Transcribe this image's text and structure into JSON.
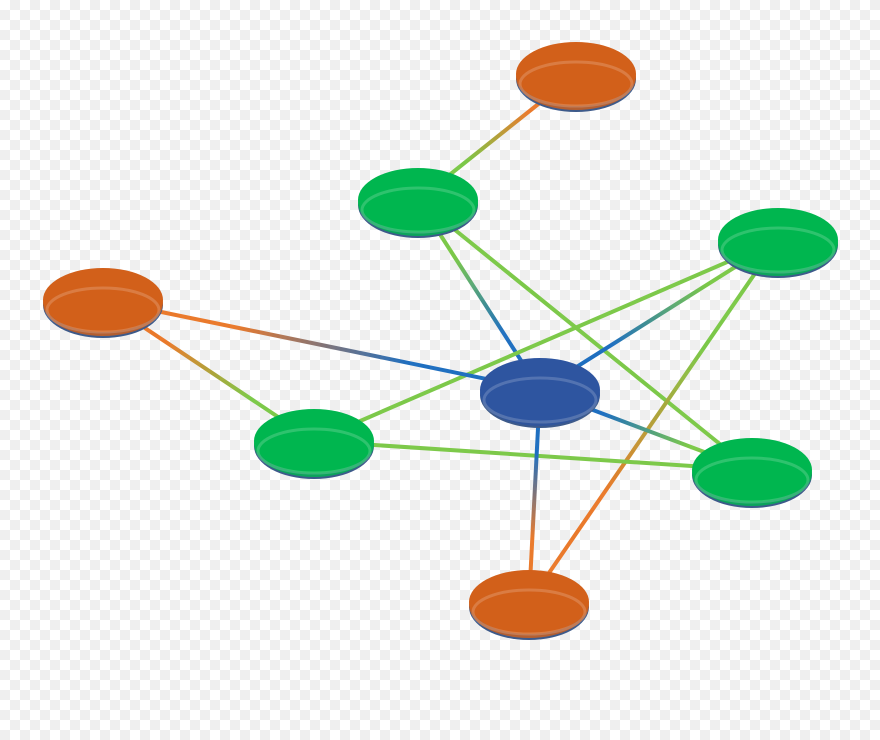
{
  "colors": {
    "orange": "#d2601a",
    "green": "#00b64f",
    "blue": "#2e55a0",
    "edge_green": "#7dc94a",
    "edge_orange": "#ea7a2c",
    "edge_blue": "#1f6fc0",
    "rim": "#3d5a8a"
  },
  "nodes": [
    {
      "id": "orange-top",
      "type": "orange"
    },
    {
      "id": "green-top",
      "type": "green"
    },
    {
      "id": "green-right",
      "type": "green"
    },
    {
      "id": "orange-left",
      "type": "orange"
    },
    {
      "id": "blue-center",
      "type": "blue"
    },
    {
      "id": "green-left",
      "type": "green"
    },
    {
      "id": "green-bottom-right",
      "type": "green"
    },
    {
      "id": "orange-bottom",
      "type": "orange"
    }
  ],
  "edges": [
    [
      "orange-top",
      "green-top"
    ],
    [
      "green-top",
      "blue-center"
    ],
    [
      "green-top",
      "green-bottom-right"
    ],
    [
      "green-right",
      "blue-center"
    ],
    [
      "green-right",
      "green-left"
    ],
    [
      "green-right",
      "orange-bottom"
    ],
    [
      "orange-left",
      "blue-center"
    ],
    [
      "orange-left",
      "green-left"
    ],
    [
      "green-left",
      "green-bottom-right"
    ],
    [
      "blue-center",
      "green-bottom-right"
    ],
    [
      "blue-center",
      "orange-bottom"
    ]
  ]
}
